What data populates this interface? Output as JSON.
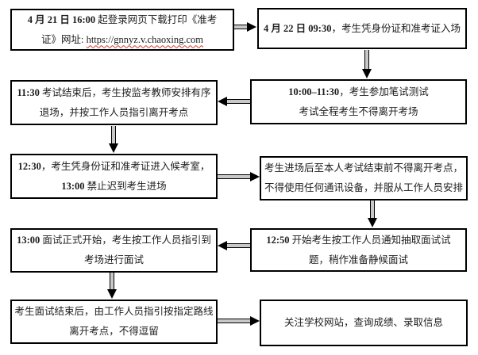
{
  "colors": {
    "background": "#ffffff",
    "box_border": "#000000",
    "text": "#1d1d1d",
    "arrow_head": "#000000",
    "arrow_shaft_fill": "#c8c8c8",
    "spellcheck_underline": "#d03a2b"
  },
  "boxes": [
    {
      "lines": [
        [
          {
            "text": "4 月 21 日 16:00 ",
            "bold": true
          },
          {
            "text": "起登录网页下载打印《准考",
            "bold": false
          }
        ],
        [
          {
            "text": "证》网址: ",
            "bold": false
          },
          {
            "text": "https://gnnyz.v.chaoxing.com",
            "bold": false,
            "wavy": true
          }
        ]
      ]
    },
    {
      "lines": [
        [
          {
            "text": "4 月 22 日 09:30",
            "bold": true
          },
          {
            "text": "，考生凭身份证和准考证入场",
            "bold": false
          }
        ]
      ]
    },
    {
      "lines": [
        [
          {
            "text": "11:30 ",
            "bold": true
          },
          {
            "text": "考试结束后，考生按监考教师安排有序",
            "bold": false
          }
        ],
        [
          {
            "text": "退场，并按工作人员指引离开考点",
            "bold": false
          }
        ]
      ]
    },
    {
      "lines": [
        [
          {
            "text": "10:00–11:30",
            "bold": true
          },
          {
            "text": "，考生参加笔试测试",
            "bold": false
          }
        ],
        [
          {
            "text": "考试全程考生不得离开考场",
            "bold": false
          }
        ]
      ]
    },
    {
      "lines": [
        [
          {
            "text": "12:30",
            "bold": true
          },
          {
            "text": "，考生凭身份证和准考证进入候考室，",
            "bold": false
          }
        ],
        [
          {
            "text": "13:00 ",
            "bold": true
          },
          {
            "text": "禁止迟到考生进场",
            "bold": false
          }
        ]
      ]
    },
    {
      "lines": [
        [
          {
            "text": "考生进场后至本人考试结束前不得离开考点，",
            "bold": false
          }
        ],
        [
          {
            "text": "不得使用任何通讯设备，并服从工作人员安排",
            "bold": false
          }
        ]
      ]
    },
    {
      "lines": [
        [
          {
            "text": "13:00 ",
            "bold": true
          },
          {
            "text": "面试正式开始，考生按工作人员指引到",
            "bold": false
          }
        ],
        [
          {
            "text": "考场进行面试",
            "bold": false
          }
        ]
      ]
    },
    {
      "lines": [
        [
          {
            "text": "12:50 ",
            "bold": true
          },
          {
            "text": "开始考生按工作人员通知抽取面试试",
            "bold": false
          }
        ],
        [
          {
            "text": "题，稍作准备静候面试",
            "bold": false
          }
        ]
      ]
    },
    {
      "lines": [
        [
          {
            "text": "考生面试结束后，由工作人员指引按指定路线",
            "bold": false
          }
        ],
        [
          {
            "text": "离开考点，不得逗留",
            "bold": false
          }
        ]
      ]
    },
    {
      "lines": [
        [
          {
            "text": "关注学校网站，查询成绩、录取信息",
            "bold": false
          }
        ]
      ]
    }
  ],
  "arrows": [
    {
      "from": 1,
      "to": 2,
      "direction": "right"
    },
    {
      "from": 2,
      "to": 4,
      "direction": "down"
    },
    {
      "from": 4,
      "to": 3,
      "direction": "left"
    },
    {
      "from": 3,
      "to": 5,
      "direction": "down"
    },
    {
      "from": 5,
      "to": 6,
      "direction": "right"
    },
    {
      "from": 6,
      "to": 8,
      "direction": "down"
    },
    {
      "from": 8,
      "to": 7,
      "direction": "left"
    },
    {
      "from": 7,
      "to": 9,
      "direction": "down"
    },
    {
      "from": 9,
      "to": 10,
      "direction": "right"
    }
  ]
}
